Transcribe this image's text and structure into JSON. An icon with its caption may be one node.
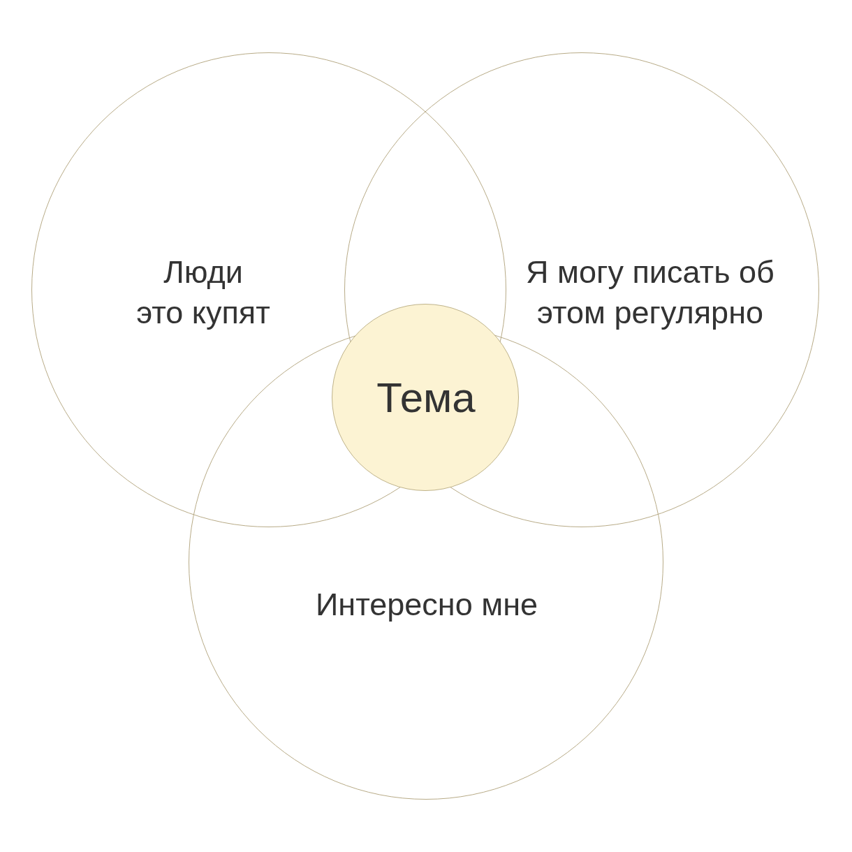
{
  "diagram": {
    "nodes": [
      {
        "text": [
          "Люди это купят"
        ]
      },
      {
        "text": [
          "Я могу писать об этом регулярно"
        ]
      },
      {
        "text": [
          "Интересно мне"
        ]
      },
      {
        "text": [
          "Тема"
        ]
      }
    ]
  }
}
